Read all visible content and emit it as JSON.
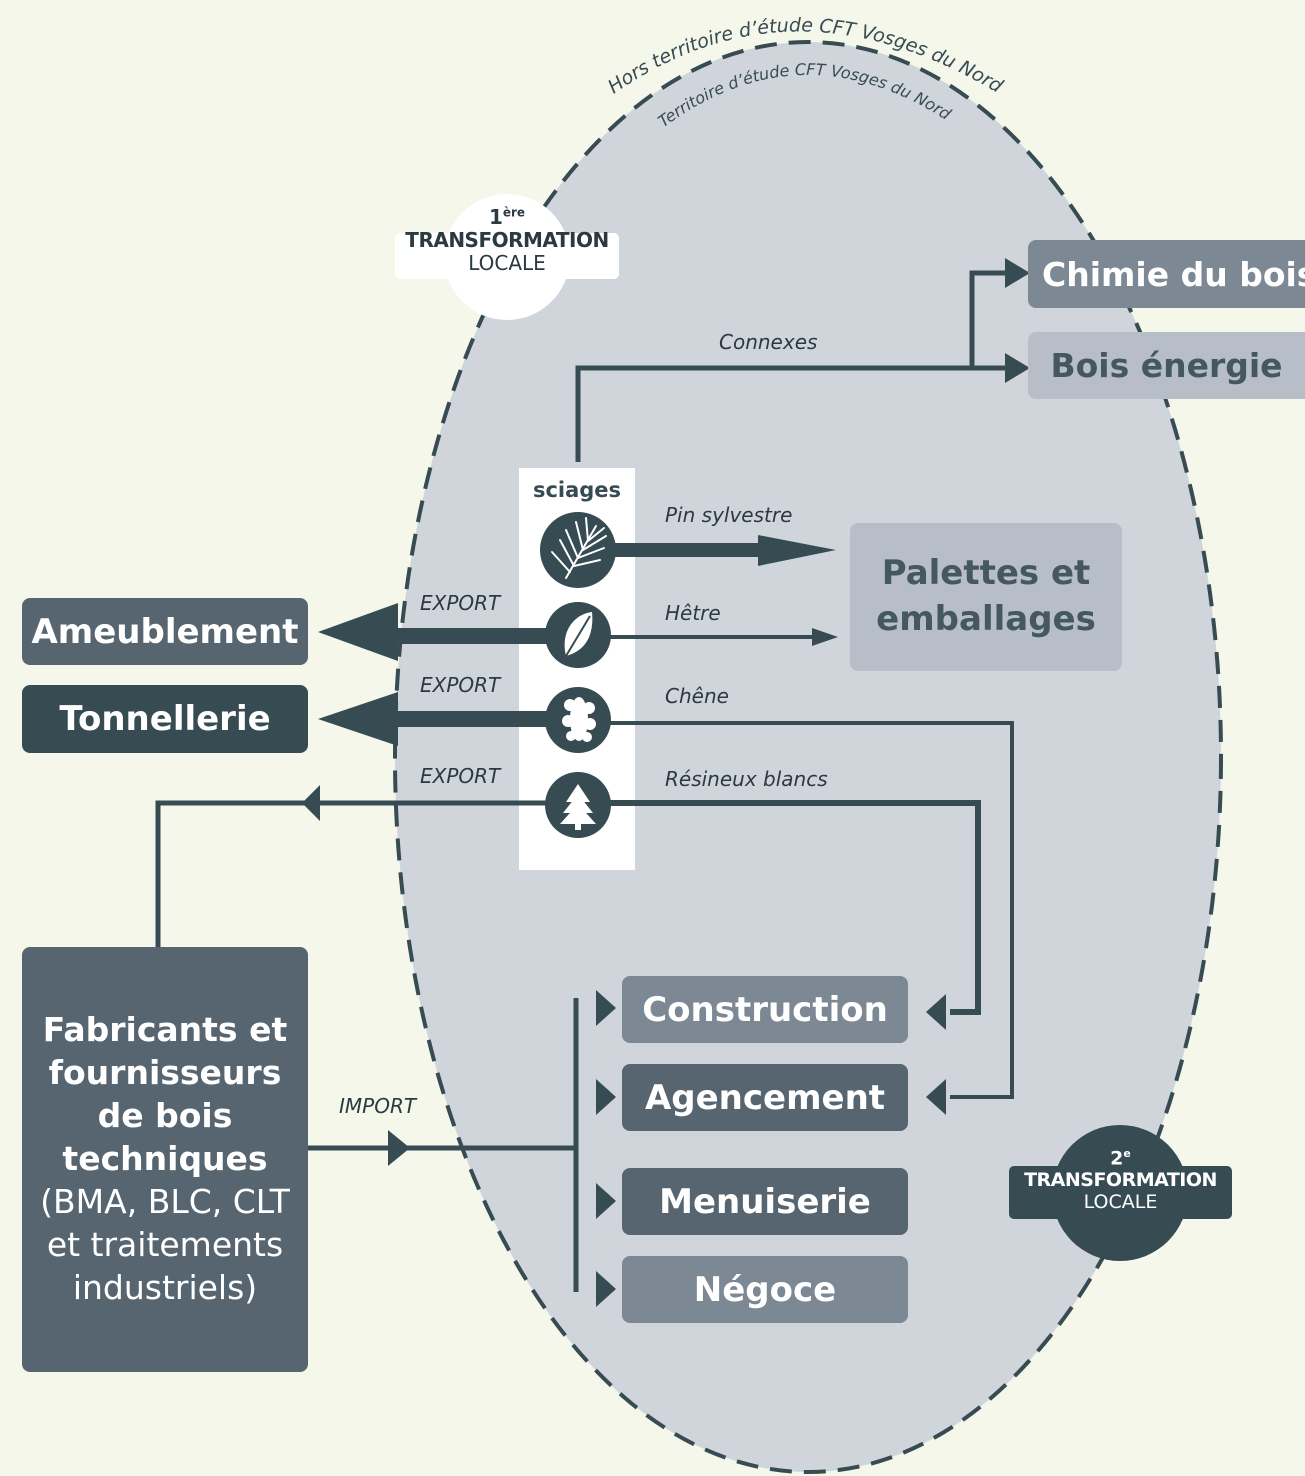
{
  "territory": {
    "outer_label": "Hors territoire d’étude CFT Vosges du Nord",
    "inner_label": "Territoire d’étude CFT Vosges du Nord"
  },
  "badge_first": {
    "num": "1",
    "sup": "ère",
    "line1": "TRANSFORMATION",
    "line2": "LOCALE"
  },
  "badge_second": {
    "num": "2",
    "sup": "e",
    "line1": "TRANSFORMATION",
    "line2": "LOCALE"
  },
  "sciages": {
    "title": "sciages",
    "species": [
      {
        "label": "Pin sylvestre",
        "icon": "pine-needles-icon"
      },
      {
        "label": "Hêtre",
        "icon": "beech-leaf-icon"
      },
      {
        "label": "Chêne",
        "icon": "oak-leaf-icon"
      },
      {
        "label": "Résineux blancs",
        "icon": "fir-tree-icon"
      }
    ]
  },
  "flows": {
    "connexes": "Connexes",
    "export": "EXPORT",
    "import": "IMPORT"
  },
  "outlets": {
    "chimie": "Chimie du bois",
    "energie": "Bois énergie",
    "palettes": "Palettes et emballages",
    "ameublement": "Ameublement",
    "tonnellerie": "Tonnellerie",
    "construction": "Construction",
    "agencement": "Agencement",
    "menuiserie": "Menuiserie",
    "negoce": "Négoce"
  },
  "suppliers": {
    "title": "Fabricants et fournisseurs de bois techniques",
    "detail": "(BMA, BLC, CLT et traitements industriels)"
  },
  "colors": {
    "background": "#f4f7ea",
    "territory": "#d0d5db",
    "dark": "#374b53",
    "mid": "#56656f",
    "light": "#7c8893",
    "pale": "#b7bec8"
  }
}
